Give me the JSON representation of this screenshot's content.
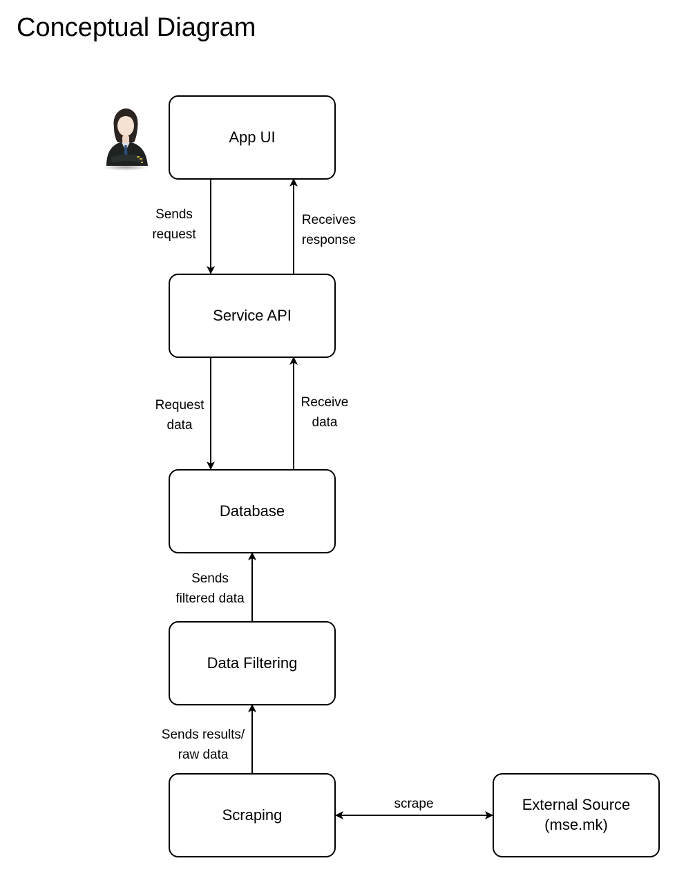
{
  "title": "Conceptual Diagram",
  "nodes": {
    "app_ui": "App UI",
    "service_api": "Service API",
    "database": "Database",
    "data_filtering": "Data Filtering",
    "scraping": "Scraping",
    "external_source": {
      "line1": "External Source",
      "line2": "(mse.mk)"
    }
  },
  "edges": {
    "sends_request": [
      "Sends",
      "request"
    ],
    "receives_response": [
      "Receives",
      "response"
    ],
    "request_data": [
      "Request",
      "data"
    ],
    "receive_data": [
      "Receive",
      "data"
    ],
    "sends_filtered_data": [
      "Sends",
      "filtered data"
    ],
    "sends_results_raw": [
      "Sends results/",
      "raw data"
    ],
    "scrape": "scrape"
  },
  "icons": {
    "user": "user-avatar-icon"
  }
}
